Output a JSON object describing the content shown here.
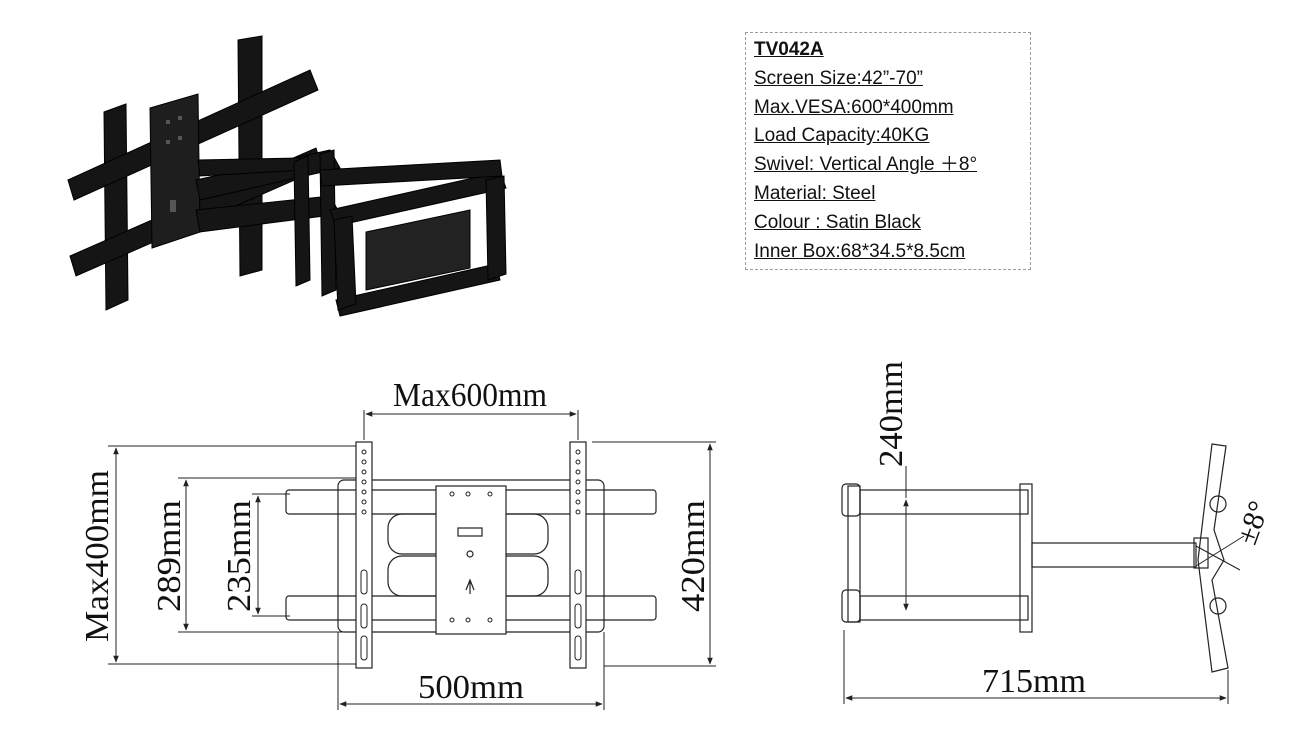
{
  "spec": {
    "model": "TV042A",
    "lines": [
      "Screen Size:42”-70”",
      "Max.VESA:600*400mm",
      "Load Capacity:40KG",
      "Swivel: Vertical Angle ＋8°",
      "Material: Steel",
      "Colour : Satin Black",
      "Inner Box:68*34.5*8.5cm"
    ]
  },
  "front_view": {
    "max_width": "Max600mm",
    "max_height": "Max400mm",
    "dim_289": "289mm",
    "dim_235": "235mm",
    "dim_420": "420mm",
    "dim_500": "500mm"
  },
  "side_view": {
    "dim_240": "240mm",
    "dim_715": "715mm",
    "tilt": "±8°"
  },
  "colors": {
    "product": "#111111",
    "drawing_line": "#222222"
  }
}
